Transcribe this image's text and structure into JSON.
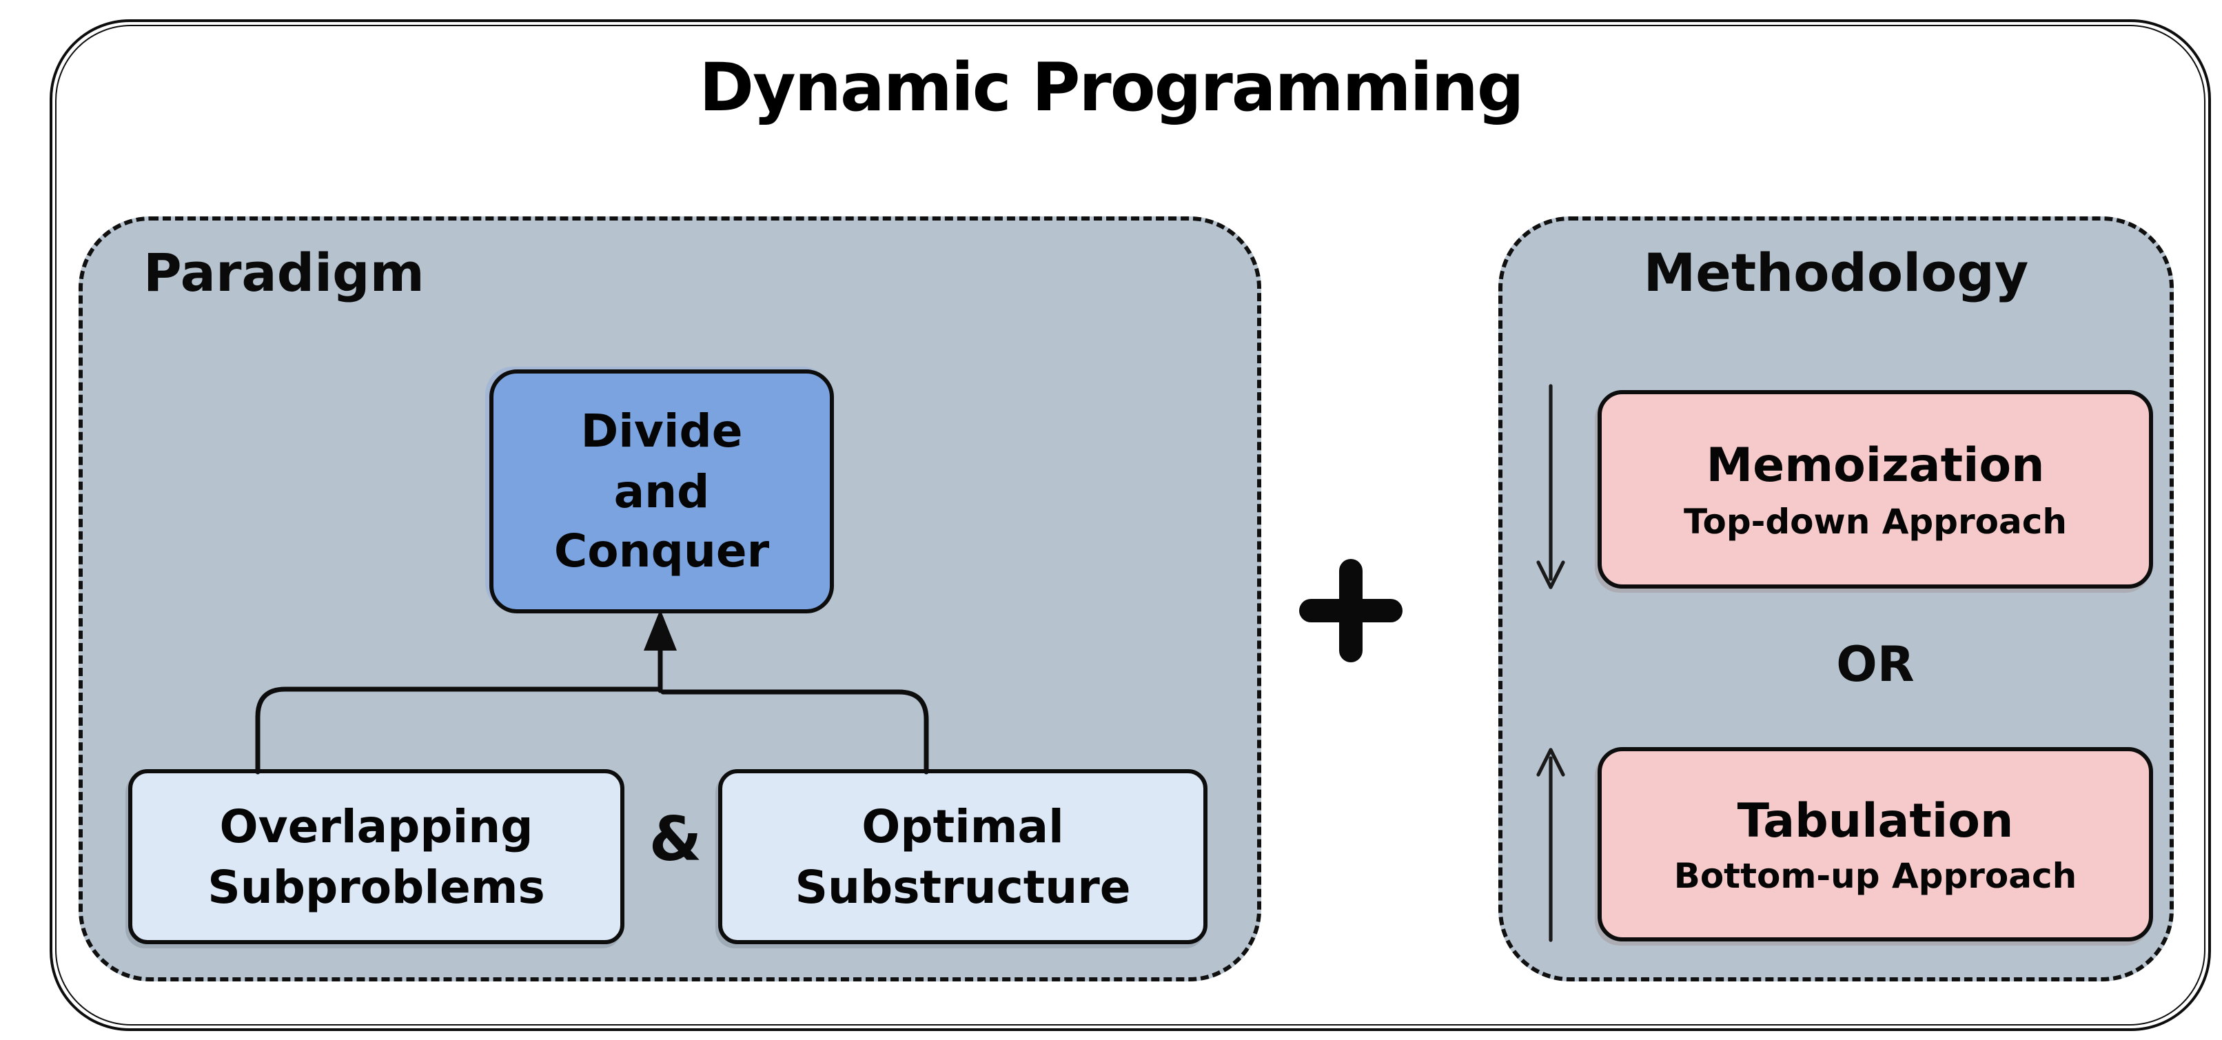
{
  "title": "Dynamic Programming",
  "operator": "+",
  "paradigm": {
    "label": "Paradigm",
    "divide_and_conquer": "Divide\nand\nConquer",
    "overlapping_subproblems": "Overlapping\nSubproblems",
    "ampersand": "&",
    "optimal_substructure": "Optimal\nSubstructure"
  },
  "methodology": {
    "label": "Methodology",
    "or_label": "OR",
    "memoization": {
      "title": "Memoization",
      "subtitle": "Top-down Approach"
    },
    "tabulation": {
      "title": "Tabulation",
      "subtitle": "Bottom-up Approach"
    }
  },
  "colors": {
    "panel_background": "#b6c3ce",
    "divide_and_conquer_fill": "#7aa3df",
    "paradigm_sub_box_fill": "#dde8f6",
    "methodology_box_fill": "#f6caca",
    "stroke": "#111111"
  }
}
